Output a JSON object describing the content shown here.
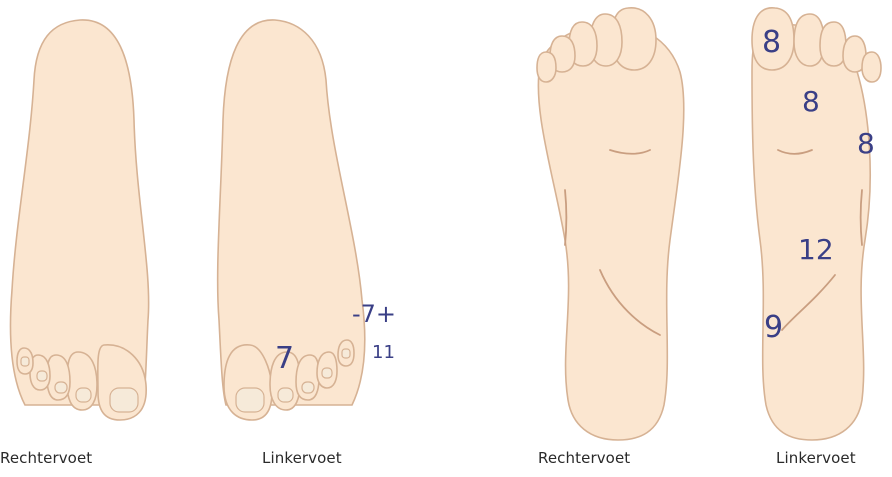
{
  "colors": {
    "skin": "#fbe6d0",
    "outline": "#d6b294",
    "crease": "#c99e80",
    "nail": "#f6ead9",
    "ink": "#3a3f86",
    "caption": "#2a2a2a"
  },
  "feet": [
    {
      "id": "top-right",
      "view": "dorsal",
      "side": "right",
      "label": "Rechtervoet",
      "marks": []
    },
    {
      "id": "top-left",
      "view": "dorsal",
      "side": "left",
      "label": "Linkervoet",
      "marks": [
        {
          "text": "7"
        },
        {
          "text": "-7+"
        },
        {
          "text": "11"
        }
      ]
    },
    {
      "id": "sole-right",
      "view": "plantar",
      "side": "right",
      "label": "Rechtervoet",
      "marks": []
    },
    {
      "id": "sole-left",
      "view": "plantar",
      "side": "left",
      "label": "Linkervoet",
      "marks": [
        {
          "text": "8"
        },
        {
          "text": "8"
        },
        {
          "text": "8"
        },
        {
          "text": "12"
        },
        {
          "text": "9"
        }
      ]
    }
  ]
}
